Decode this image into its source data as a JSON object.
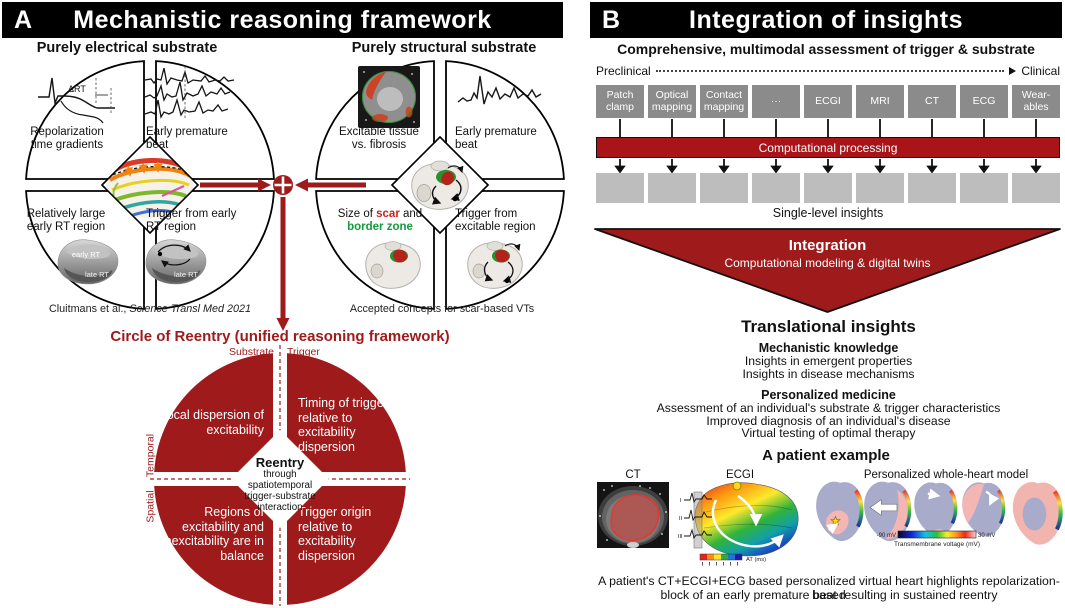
{
  "colors": {
    "accent_red": "#9e1a1b",
    "bar_red": "#a81418",
    "scar_red": "#b3231b",
    "border_zone_green": "#169b3e",
    "modality_gray": "#8b8b8b",
    "insight_gray": "#bdbdbd"
  },
  "panel_a": {
    "label": "A",
    "title": "Mechanistic reasoning framework",
    "electrical": {
      "title": "Purely electrical substrate",
      "q_top_left": "Repolarization time gradients",
      "q_top_right": "Early premature beat",
      "q_bottom_left": "Relatively large early RT region",
      "q_bottom_right": "Trigger from early RT region",
      "delta_rt": "ΔRT",
      "heart_early": "early RT",
      "heart_late": "late RT",
      "caption_plain": "Cluitmans et al., ",
      "caption_italic": "Science Transl Med 2021"
    },
    "structural": {
      "title": "Purely structural substrate",
      "q_top_left": "Excitable tissue vs. fibrosis",
      "q_top_right": "Early premature beat",
      "q_bottom_left_pre": "Size of ",
      "q_bottom_left_scar": "scar",
      "q_bottom_left_mid": " and ",
      "q_bottom_left_zone": "border zone",
      "q_bottom_right": "Trigger from excitable region",
      "caption": "Accepted concepts for scar-based VTs"
    },
    "reentry": {
      "title": "Circle of Reentry (unified reasoning framework)",
      "axis_substrate": "Substrate",
      "axis_trigger": "Trigger",
      "axis_temporal": "Temporal",
      "axis_spatial": "Spatial",
      "q_top_left": "Local dispersion of excitability",
      "q_top_right": "Timing of trigger relative to excitability dispersion",
      "q_bottom_left": "Regions of excitability and inexcitability are in balance",
      "q_bottom_right": "Trigger origin relative to excitability dispersion",
      "center_bold": "Reentry",
      "center_rest": "through spatiotemporal trigger-substrate interaction"
    }
  },
  "panel_b": {
    "label": "B",
    "title": "Integration of insights",
    "subtitle": "Comprehensive, multimodal assessment of trigger & substrate",
    "spectrum_left": "Preclinical",
    "spectrum_right": "Clinical",
    "modalities": [
      "Patch clamp",
      "Optical mapping",
      "Contact mapping",
      "···",
      "ECGI",
      "MRI",
      "CT",
      "ECG",
      "Wear-ables"
    ],
    "processing_label": "Computational processing",
    "single_level_label": "Single-level insights",
    "integration_title": "Integration",
    "integration_subtitle": "Computational modeling & digital twins",
    "translational": {
      "title": "Translational insights",
      "heading_1": "Mechanistic knowledge",
      "items_1": [
        "Insights in emergent properties",
        "Insights in disease mechanisms"
      ],
      "heading_2": "Personalized medicine",
      "items_2": [
        "Assessment of an individual's substrate & trigger characteristics",
        "Improved diagnosis of an individual's disease",
        "Virtual testing of optimal therapy"
      ]
    },
    "patient": {
      "title": "A patient example",
      "ct_label": "CT",
      "ecgi_label": "ECGI",
      "model_label": "Personalized whole-heart model",
      "ecg_leads": [
        "I",
        "II",
        "III"
      ],
      "at_label": "AT (ms)",
      "vm_min": "-90 mV",
      "vm_max": "30 mV",
      "vm_caption": "Transmembrane voltage (mV)"
    },
    "caption_line1": "A patient's CT+ECGI+ECG based personalized virtual heart highlights repolarization-based",
    "caption_line2": "block of an early premature beat resulting in sustained reentry"
  }
}
